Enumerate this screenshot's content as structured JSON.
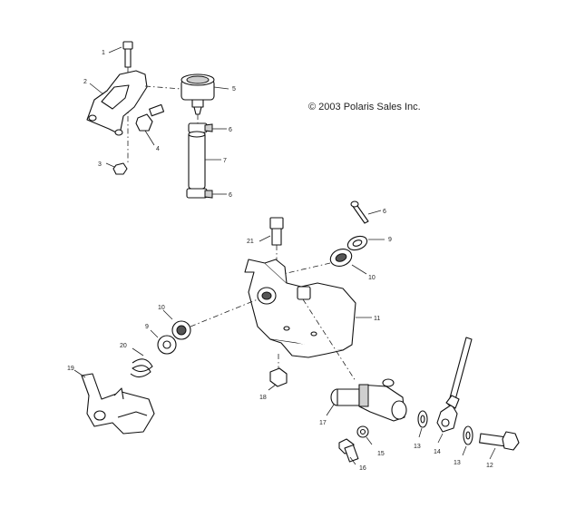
{
  "copyright": "© 2003 Polaris Sales Inc.",
  "callouts": {
    "c1": "1",
    "c2": "2",
    "c3": "3",
    "c4": "4",
    "c5": "5",
    "c6a": "6",
    "c6b": "6",
    "c6c": "6",
    "c7": "7",
    "c9a": "9",
    "c9b": "9",
    "c10a": "10",
    "c10b": "10",
    "c11": "11",
    "c12": "12",
    "c13a": "13",
    "c13b": "13",
    "c14": "14",
    "c15": "15",
    "c16": "16",
    "c17": "17",
    "c18": "18",
    "c19": "19",
    "c20": "20",
    "c21": "21"
  }
}
